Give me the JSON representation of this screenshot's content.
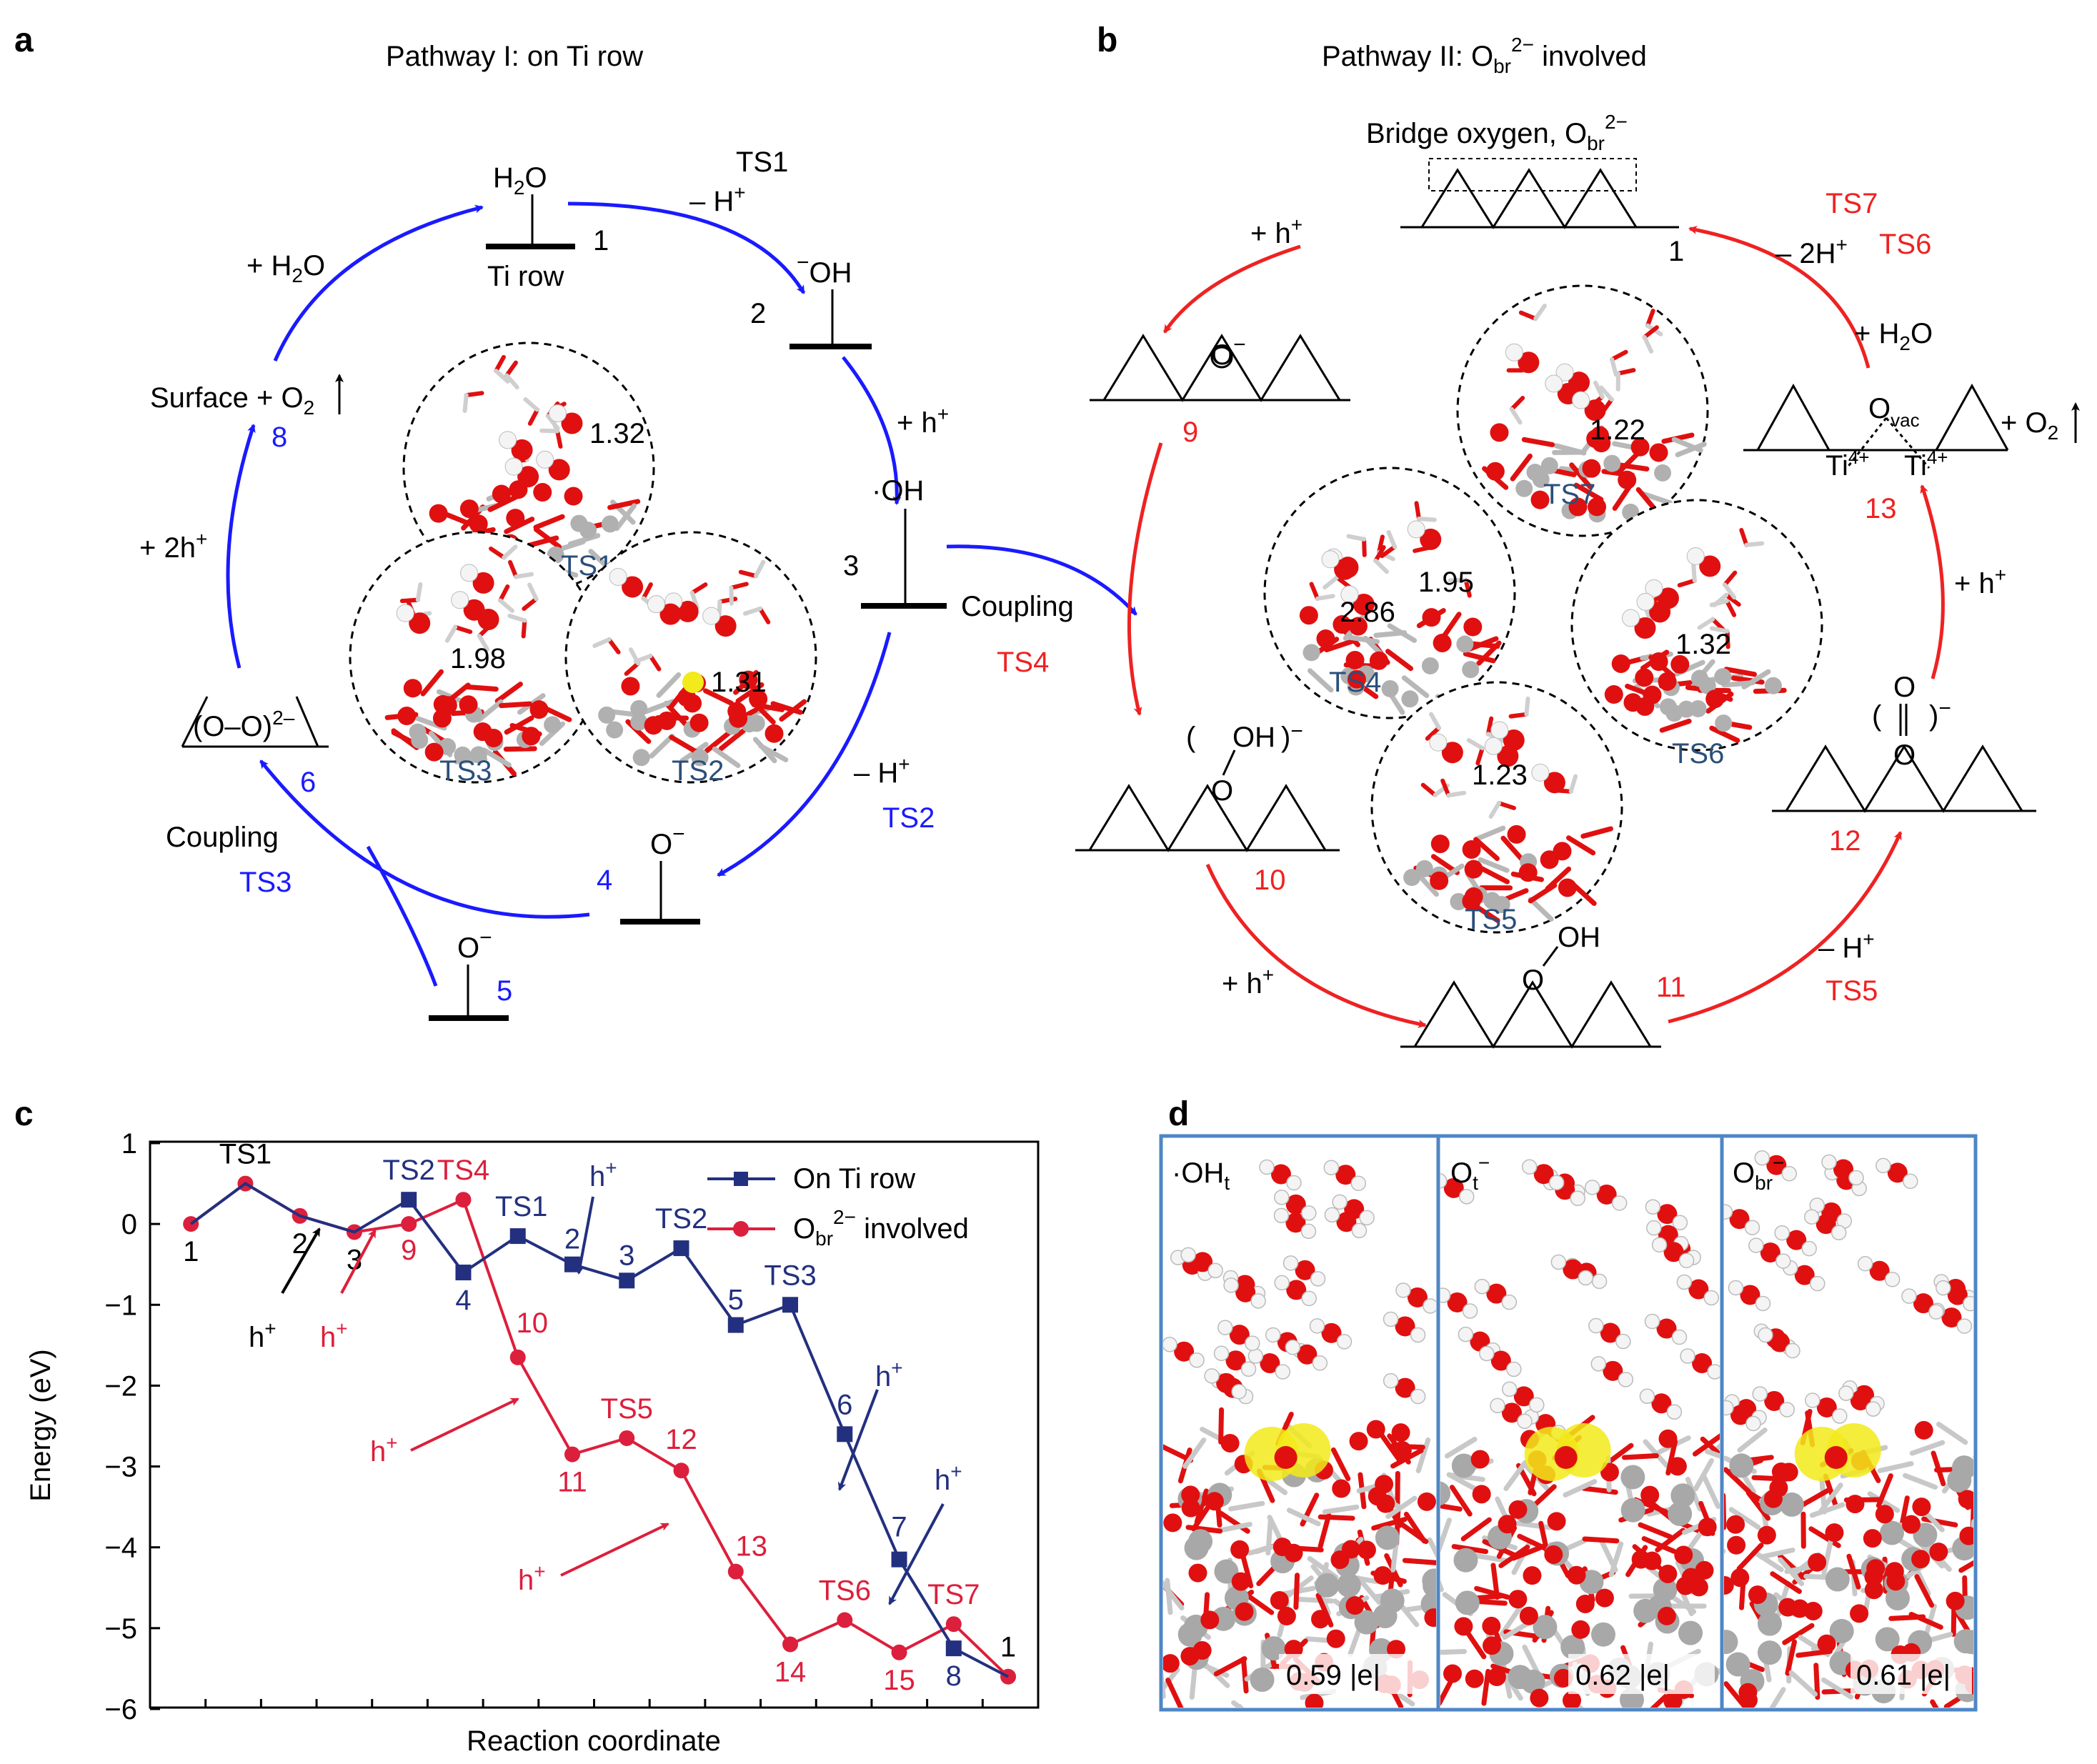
{
  "colors": {
    "blue": "#1a1aff",
    "red": "#ee2222",
    "navy": "#23307f",
    "crimson": "#dc1f3c",
    "tslabel": "#2a4f7a",
    "panel_border": "#4f86c6",
    "oxygen": "#e01010",
    "titanium": "#a8a8a8",
    "hydrogen": "#f4f4f4",
    "spin": "#f2ea1a"
  },
  "panel_a": {
    "letter": "a",
    "title": "Pathway I: on Ti row",
    "s1": {
      "top": "H",
      "top_sub": "2",
      "top_tail": "O",
      "row": "Ti row",
      "num": "1"
    },
    "s2": {
      "label": "OH",
      "num": "2"
    },
    "s3": {
      "label": "·OH",
      "num": "3"
    },
    "s4": {
      "label": "O",
      "num": "4"
    },
    "s5": {
      "label": "O",
      "num": "5"
    },
    "s6": {
      "label": "(O–O)",
      "sup": "2–",
      "num": "6"
    },
    "s8": {
      "label": "Surface + O",
      "sub": "2",
      "num": "8"
    },
    "ts1": {
      "name": "TS1",
      "step": "– H",
      "sup": "+"
    },
    "plus_h2o": {
      "text": "+ H",
      "sub": "2",
      "tail": "O"
    },
    "plus_h": {
      "text": "+ h",
      "sup": "+"
    },
    "minus_h": {
      "text": "– H",
      "sup": "+",
      "ts": "TS2"
    },
    "plus_2h": {
      "text": "+ 2h",
      "sup": "+"
    },
    "coupling": {
      "text": "Coupling",
      "ts": "TS3"
    },
    "coupling_b": {
      "text": "Coupling",
      "ts": "TS4"
    },
    "minus_sign": "−",
    "circles": [
      {
        "ts": "TS1",
        "dist": "1.32"
      },
      {
        "ts": "TS3",
        "dist": "1.98"
      },
      {
        "ts": "TS2",
        "dist": "1.31"
      }
    ]
  },
  "panel_b": {
    "letter": "b",
    "title": "Pathway II: O",
    "title_sub": "br",
    "title_sup": "2−",
    "title_tail": " involved",
    "bridge": {
      "text": "Bridge oxygen, O",
      "sub": "br",
      "sup": "2−"
    },
    "s1": {
      "num": "1"
    },
    "s9": {
      "label": "O",
      "num": "9"
    },
    "s10": {
      "label": "OH",
      "num": "10"
    },
    "s11": {
      "label": "OH",
      "num": "11"
    },
    "s12": {
      "num": "12"
    },
    "s13": {
      "label": "O",
      "sub": "vac",
      "ti": "Ti",
      "ti_sup": "4+",
      "num": "13",
      "o2": "+ O",
      "o2_sub": "2"
    },
    "plus_h_top": {
      "text": "+ h",
      "sup": "+"
    },
    "plus_h_11": {
      "text": "+ h",
      "sup": "+"
    },
    "plus_h_13": {
      "text": "+ h",
      "sup": "+"
    },
    "plus_h2o": {
      "text": "+ H",
      "sub": "2",
      "tail": "O"
    },
    "minus_2h": {
      "text": "– 2H",
      "sup": "+",
      "ts": "TS6",
      "ts2": "TS7"
    },
    "minus_h": {
      "text": "– H",
      "sup": "+",
      "ts": "TS5"
    },
    "circles": [
      {
        "ts": "TS7",
        "dist": "1.22"
      },
      {
        "ts": "TS4",
        "dist": "1.95",
        "dist2": "2.86"
      },
      {
        "ts": "TS6",
        "dist": "1.32"
      },
      {
        "ts": "TS5",
        "dist": "1.23"
      }
    ]
  },
  "panel_c": {
    "letter": "c"
  },
  "chart_data": {
    "type": "line",
    "ylabel": "Energy (eV)",
    "xlabel": "Reaction coordinate",
    "ylim": [
      -6,
      1
    ],
    "yticks": [
      1,
      0,
      -1,
      -2,
      -3,
      -4,
      -5,
      -6
    ],
    "grid": false,
    "legend_position": "top-right",
    "series": [
      {
        "name": "On Ti row",
        "x": [
          1,
          2,
          3,
          4,
          5,
          6,
          7,
          8,
          9,
          10,
          11,
          12,
          13,
          14,
          15,
          16
        ],
        "y": [
          0.0,
          0.5,
          0.1,
          -0.1,
          0.3,
          -0.6,
          -0.15,
          -0.5,
          -0.7,
          -0.3,
          -1.25,
          -1.0,
          -2.6,
          -4.15,
          -5.25,
          -5.6
        ],
        "labels": [
          "",
          "",
          "",
          "",
          "TS2",
          "4",
          "TS1",
          "2",
          "3",
          "TS2",
          "5",
          "TS3",
          "6",
          "7",
          "8",
          ""
        ]
      },
      {
        "name": "O",
        "name_sub": "br",
        "name_sup": "2−",
        "name_tail": " involved",
        "x": [
          1,
          2,
          3,
          4,
          5,
          6,
          7,
          8,
          9,
          10,
          11,
          12,
          13,
          14,
          15,
          16
        ],
        "y": [
          0.0,
          0.5,
          0.1,
          -0.1,
          0.0,
          0.3,
          -1.65,
          -2.85,
          -2.65,
          -3.05,
          -4.3,
          -5.2,
          -4.9,
          -5.3,
          -4.95,
          -5.6
        ],
        "labels": [
          "1",
          "TS1",
          "2",
          "3",
          "9",
          "TS4",
          "10",
          "11",
          "TS5",
          "12",
          "13",
          "14",
          "TS6",
          "15",
          "TS7",
          "1"
        ]
      }
    ],
    "annotations": [
      {
        "text": "h",
        "sup": "+",
        "series": "black"
      },
      {
        "text": "h",
        "sup": "+",
        "series": "red"
      },
      {
        "text": "h",
        "sup": "+",
        "series": "blue"
      },
      {
        "text": "h",
        "sup": "+",
        "series": "red"
      },
      {
        "text": "h",
        "sup": "+",
        "series": "red"
      },
      {
        "text": "h",
        "sup": "+",
        "series": "blue"
      },
      {
        "text": "h",
        "sup": "+",
        "series": "blue"
      }
    ]
  },
  "panel_d": {
    "letter": "d",
    "panes": [
      {
        "label": "·OH",
        "sub": "t",
        "sup": "",
        "charge": "0.59 |e|"
      },
      {
        "label": "O",
        "sub": "t",
        "sup": "−",
        "charge": "0.62 |e|"
      },
      {
        "label": "O",
        "sub": "br",
        "sup": "−",
        "charge": "0.61 |e|"
      }
    ]
  }
}
